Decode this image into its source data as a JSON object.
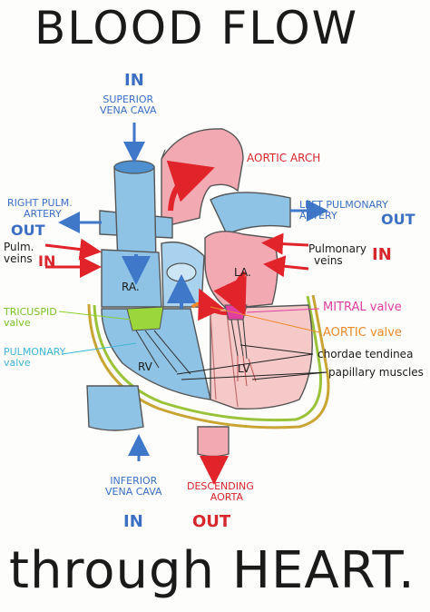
{
  "title_top": "BLOOD FLOW",
  "title_bottom": "through HEART.",
  "labels": {
    "in_top": "IN",
    "superior_vena_cava": [
      "SUPERIOR",
      "VENA CAVA"
    ],
    "aortic_arch": "AORTIC ARCH",
    "right_pulm_artery": [
      "RIGHT PULM.",
      "ARTERY"
    ],
    "out_left": "OUT",
    "left_pulmonary_artery": [
      "LEFT PULMONARY",
      "ARTERY"
    ],
    "out_right": "OUT",
    "pulm_veins_left": [
      "Pulm.",
      "veins"
    ],
    "in_left": "IN",
    "pulmonary_veins_right": [
      "Pulmonary",
      "veins"
    ],
    "in_right": "IN",
    "ra": "RA.",
    "la": "LA.",
    "rv": "RV",
    "lv": "LV",
    "tricuspid_valve": [
      "TRICUSPID",
      "valve"
    ],
    "pulmonary_valve": [
      "PULMONARY",
      "valve"
    ],
    "mitral_valve": "MITRAL valve",
    "aortic_valve": "AORTIC valve",
    "chordae_tendineae": "chordae tendinea",
    "papillary_muscles": "papillary muscles",
    "inferior_vena_cava": [
      "INFERIOR",
      "VENA CAVA"
    ],
    "in_bottom": "IN",
    "descending_aorta": [
      "DESCENDING",
      "AORTA"
    ],
    "out_bottom": "OUT"
  },
  "colors": {
    "oxygen_poor": "#8fc3e6",
    "oxygen_rich": "#f0a6ae",
    "arrow_red": "#e0242a",
    "arrow_blue": "#3f78c8",
    "text_blue": "#3a6fc4",
    "text_red": "#d8262d",
    "tricuspid": "#8ccf2e",
    "pulmonary_valve": "#3fb6d6",
    "mitral": "#e03fa0",
    "aortic_valve": "#ef8a2a",
    "ink": "#1a1a1a"
  }
}
